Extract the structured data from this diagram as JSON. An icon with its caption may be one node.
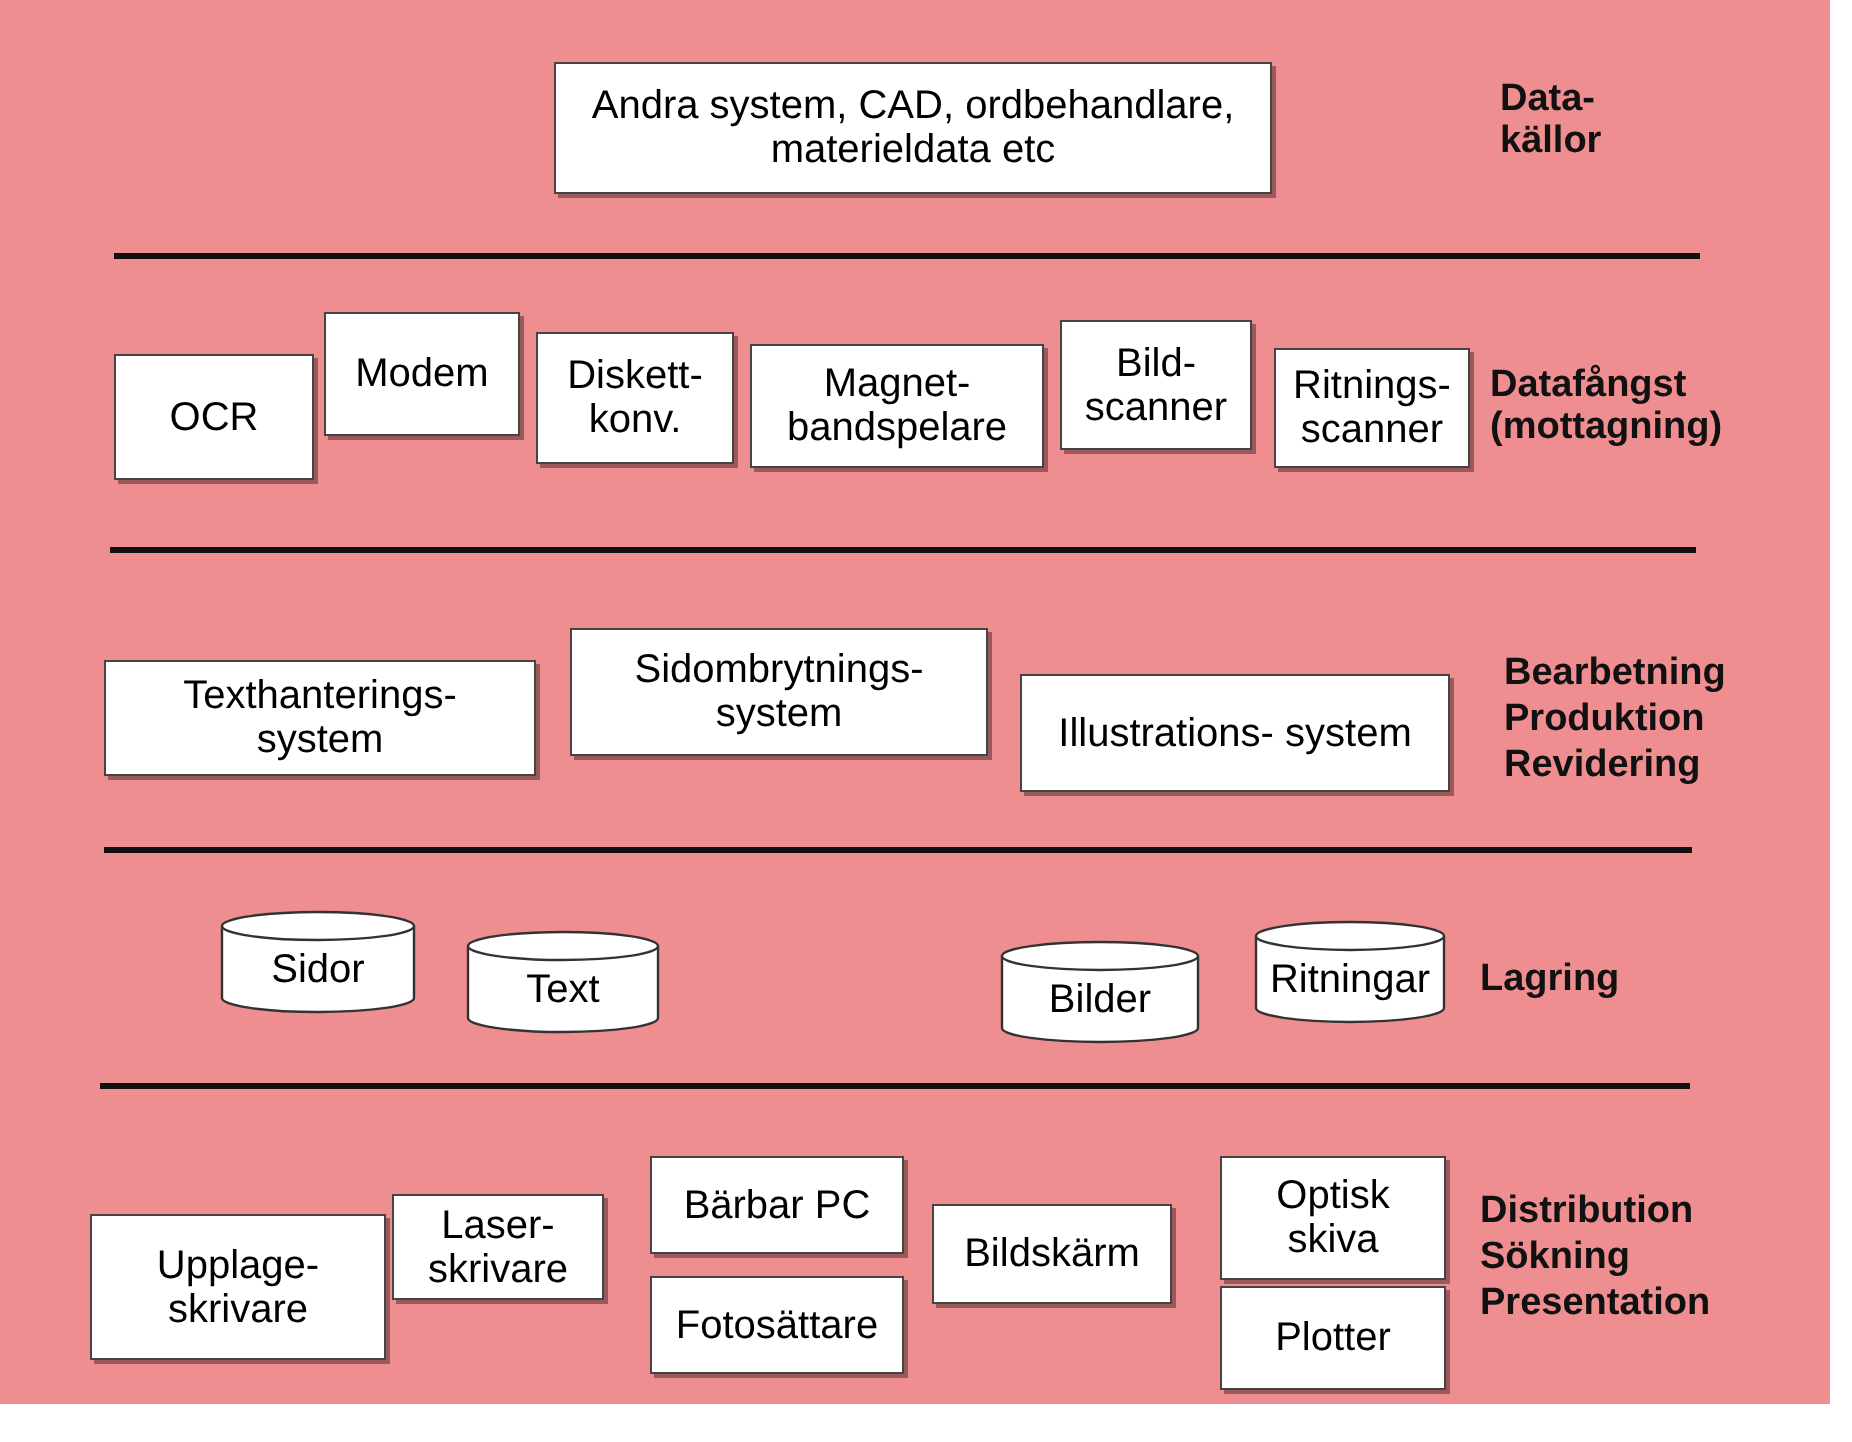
{
  "diagram": {
    "nodes": [
      {
        "text": [
          "Andra system, CAD, ordbehandlare, materieldata etc"
        ]
      },
      {
        "text": [
          "OCR"
        ]
      },
      {
        "text": [
          "Modem"
        ]
      },
      {
        "text": [
          "Diskett- konv."
        ]
      },
      {
        "text": [
          "Magnet- bandspelare"
        ]
      },
      {
        "text": [
          "Bild- scanner"
        ]
      },
      {
        "text": [
          "Ritnings- scanner"
        ]
      },
      {
        "text": [
          "Texthanterings- system"
        ]
      },
      {
        "text": [
          "Sidombrytnings- system"
        ]
      },
      {
        "text": [
          "Illustrations- system"
        ]
      },
      {
        "text": [
          "Sidor"
        ]
      },
      {
        "text": [
          "Text"
        ]
      },
      {
        "text": [
          "Bilder"
        ]
      },
      {
        "text": [
          "Ritningar"
        ]
      },
      {
        "text": [
          "Upplage- skrivare"
        ]
      },
      {
        "text": [
          "Laser- skrivare"
        ]
      },
      {
        "text": [
          "Bärbar PC"
        ]
      },
      {
        "text": [
          "Fotosättare"
        ]
      },
      {
        "text": [
          "Bildskärm"
        ]
      },
      {
        "text": [
          "Optisk skiva"
        ]
      },
      {
        "text": [
          "Plotter"
        ]
      }
    ],
    "labels": [
      "Data- källor",
      "Datafångst (mottagning)",
      "Bearbetning",
      "Produktion",
      "Revidering",
      "Lagring",
      "Distribution",
      "Sökning",
      "Presentation"
    ]
  }
}
